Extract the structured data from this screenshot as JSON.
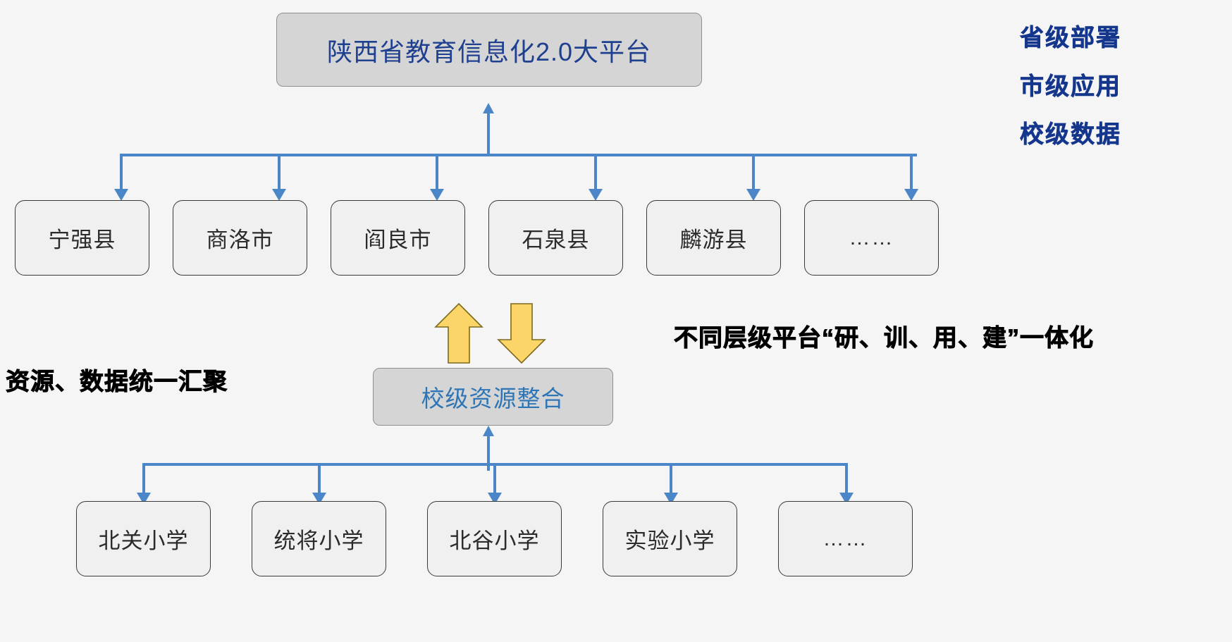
{
  "diagram": {
    "title_box": {
      "label": "陕西省教育信息化2.0大平台",
      "fill": "#d5d5d5",
      "text_color": "#1f3f8f"
    },
    "tier_labels": [
      {
        "label": "省级部署"
      },
      {
        "label": "市级应用"
      },
      {
        "label": "校级数据"
      }
    ],
    "tier_label_color": "#14368c",
    "district_nodes": [
      {
        "label": "宁强县"
      },
      {
        "label": "商洛市"
      },
      {
        "label": "阎良市"
      },
      {
        "label": "石泉县"
      },
      {
        "label": "麟游县"
      },
      {
        "label": "……"
      }
    ],
    "mid_box": {
      "label": "校级资源整合",
      "fill": "#d5d5d5",
      "text_color": "#2e75b6"
    },
    "school_nodes": [
      {
        "label": "北关小学"
      },
      {
        "label": "统将小学"
      },
      {
        "label": "北谷小学"
      },
      {
        "label": "实验小学"
      },
      {
        "label": "……"
      }
    ],
    "notes": {
      "left": "资源、数据统一汇聚",
      "right": "不同层级平台“研、训、用、建”一体化"
    },
    "colors": {
      "connector": "#4a86c8",
      "fat_arrow_fill": "#fbd567",
      "fat_arrow_stroke": "#7d6a1c",
      "node_fill": "#f0f0f0",
      "node_border": "#3a3a3a",
      "background": "#f5f5f5"
    }
  }
}
